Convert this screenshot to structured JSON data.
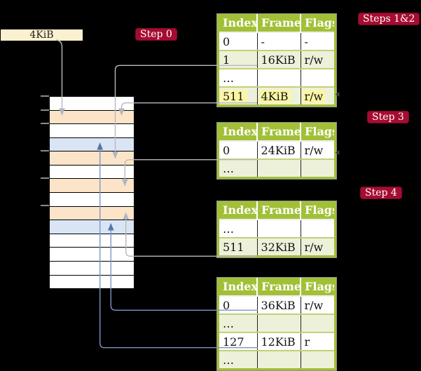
{
  "diagram": {
    "frame_size_label": "4KiB",
    "badges": [
      {
        "id": "step-0",
        "label": "Step 0"
      },
      {
        "id": "steps-1-2",
        "label": "Steps 1&2"
      },
      {
        "id": "step-3",
        "label": "Step 3"
      },
      {
        "id": "step-4",
        "label": "Step 4"
      }
    ],
    "memory_column": {
      "rows": [
        "white",
        "peach",
        "white",
        "blue",
        "peach",
        "white",
        "peach",
        "white",
        "peach",
        "blue",
        "white",
        "white",
        "white",
        "white"
      ],
      "tick_row_indexes": [
        0,
        1,
        2,
        4,
        6,
        8
      ]
    },
    "page_tables": [
      {
        "id": "table-steps-1-2",
        "headers": [
          "Index",
          "Frame",
          "Flags"
        ],
        "rows": [
          {
            "cells": [
              "0",
              "-",
              "-"
            ],
            "shaded": false,
            "highlight": false
          },
          {
            "cells": [
              "1",
              "16KiB",
              "r/w"
            ],
            "shaded": true,
            "highlight": false
          },
          {
            "cells": [
              "…",
              "",
              ""
            ],
            "shaded": false,
            "highlight": false
          },
          {
            "cells": [
              "511",
              "4KiB",
              "r/w"
            ],
            "shaded": true,
            "highlight": true
          }
        ]
      },
      {
        "id": "table-step-3",
        "headers": [
          "Index",
          "Frame",
          "Flags"
        ],
        "rows": [
          {
            "cells": [
              "0",
              "24KiB",
              "r/w"
            ],
            "shaded": false,
            "highlight": false
          },
          {
            "cells": [
              "…",
              "",
              ""
            ],
            "shaded": true,
            "highlight": false
          }
        ]
      },
      {
        "id": "table-step-4a",
        "headers": [
          "Index",
          "Frame",
          "Flags"
        ],
        "rows": [
          {
            "cells": [
              "…",
              "",
              ""
            ],
            "shaded": false,
            "highlight": false
          },
          {
            "cells": [
              "511",
              "32KiB",
              "r/w"
            ],
            "shaded": true,
            "highlight": false
          }
        ]
      },
      {
        "id": "table-step-4b",
        "headers": [
          "Index",
          "Frame",
          "Flags"
        ],
        "rows": [
          {
            "cells": [
              "0",
              "36KiB",
              "r/w"
            ],
            "shaded": false,
            "highlight": false
          },
          {
            "cells": [
              "…",
              "",
              ""
            ],
            "shaded": true,
            "highlight": false
          },
          {
            "cells": [
              "127",
              "12KiB",
              "r"
            ],
            "shaded": false,
            "highlight": false
          },
          {
            "cells": [
              "…",
              "",
              ""
            ],
            "shaded": true,
            "highlight": false
          }
        ]
      }
    ],
    "connectors": [
      {
        "from": "frame-size-label",
        "to": "memory-frame-4KiB",
        "color": "gray"
      },
      {
        "from": "table-steps-1-2.index-1",
        "to": "memory-frame-16KiB",
        "color": "gray"
      },
      {
        "from": "table-steps-1-2.index-511",
        "to": "memory-frame-4KiB",
        "color": "gray"
      },
      {
        "from": "table-step-3.index-0",
        "to": "memory-frame-24KiB",
        "color": "gray"
      },
      {
        "from": "table-step-4a.index-511",
        "to": "memory-frame-32KiB",
        "color": "gray"
      },
      {
        "from": "table-step-4b.index-0",
        "to": "memory-frame-36KiB",
        "color": "blue"
      },
      {
        "from": "table-step-4b.index-127",
        "to": "memory-frame-12KiB",
        "color": "blue"
      }
    ],
    "colors": {
      "background": "#000000",
      "table_header_green": "#a2c037",
      "table_row_shaded": "#edf1da",
      "memory_peach": "#fce4c8",
      "memory_blue": "#d9e5f5",
      "highlight_yellow": "#fcf6a4",
      "badge_red": "#a60c31",
      "label_cream": "#fbf0cf",
      "line_gray": "#b9b9b9",
      "line_blue": "#7b97c6"
    }
  }
}
